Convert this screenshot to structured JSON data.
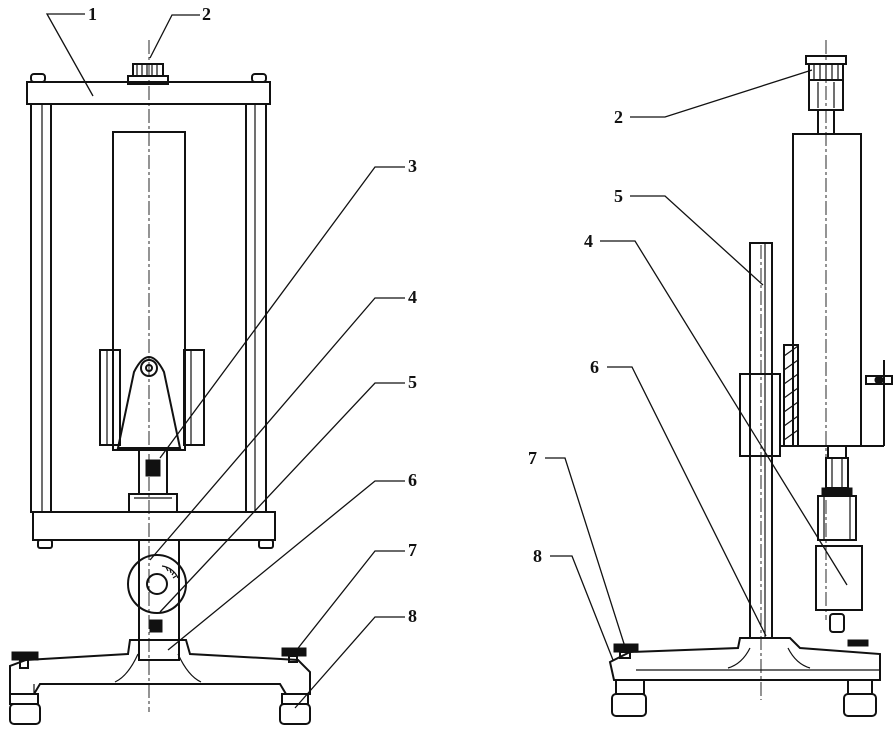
{
  "figure": {
    "front_view_labels": [
      "1",
      "2",
      "3",
      "4",
      "5",
      "6",
      "7",
      "8"
    ],
    "side_view_labels": [
      "2",
      "5",
      "4",
      "6",
      "7",
      "8"
    ]
  }
}
